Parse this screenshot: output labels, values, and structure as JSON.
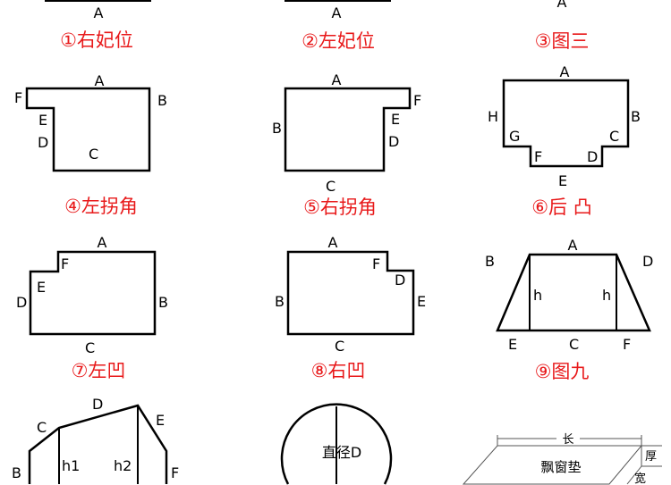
{
  "colors": {
    "caption": "#e8191a",
    "stroke": "#000000"
  },
  "captions": [
    "①右妃位",
    "②左妃位",
    "③图三",
    "④左拐角",
    "⑤右拐角",
    "⑥后 凸",
    "⑦左凹",
    "⑧右凹",
    "⑨图九"
  ],
  "fig1": {
    "a": "A"
  },
  "fig2": {
    "a": "A"
  },
  "fig3": {
    "a": "A"
  },
  "fig4": {
    "a": "A",
    "b": "B",
    "c": "C",
    "d": "D",
    "e": "E",
    "f": "F"
  },
  "fig5": {
    "a": "A",
    "b": "B",
    "c": "C",
    "d": "D",
    "e": "E",
    "f": "F"
  },
  "fig6": {
    "a": "A",
    "b": "B",
    "c": "C",
    "d": "D",
    "e": "E",
    "f": "F",
    "g": "G",
    "h": "H"
  },
  "fig7": {
    "a": "A",
    "b": "B",
    "c": "C",
    "d": "D",
    "e": "E",
    "f": "F"
  },
  "fig8": {
    "a": "A",
    "b": "B",
    "c": "C",
    "d": "D",
    "e": "E",
    "f": "F"
  },
  "fig9": {
    "a": "A",
    "b": "B",
    "c": "C",
    "d": "D",
    "e": "E",
    "f": "F",
    "h1": "h",
    "h2": "h"
  },
  "fig10": {
    "b": "B",
    "c": "C",
    "d": "D",
    "e": "E",
    "f": "F",
    "h1": "h1",
    "h2": "h2"
  },
  "fig11": {
    "label": "直径D"
  },
  "fig12": {
    "label": "飘窗垫",
    "length": "长",
    "thickness": "厚",
    "width": "宽"
  }
}
